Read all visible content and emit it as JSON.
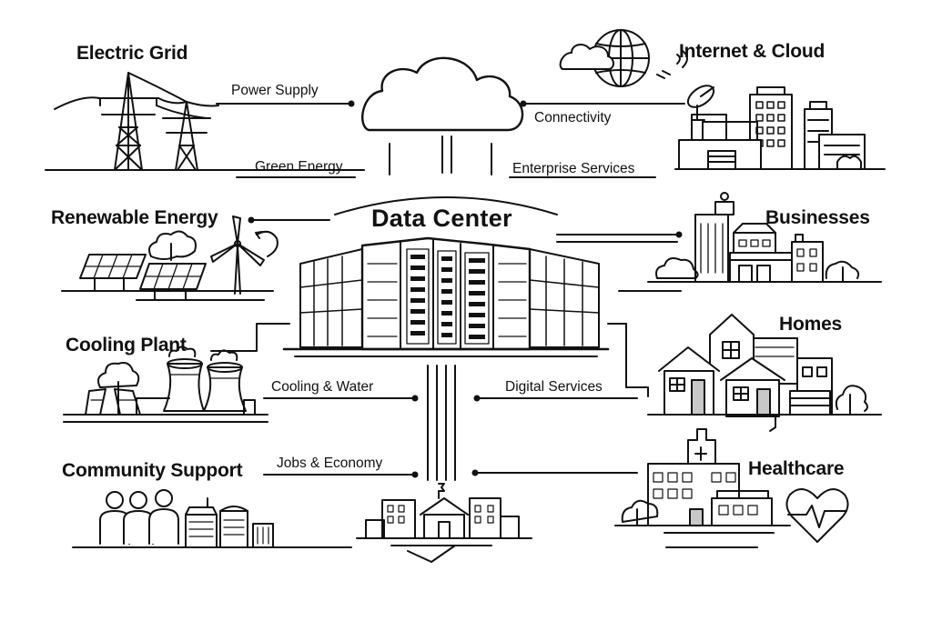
{
  "title": "Data Center",
  "nodes": {
    "electric_grid": "Electric Grid",
    "internet_cloud": "Internet & Cloud",
    "renewable_energy": "Renewable Energy",
    "businesses": "Businesses",
    "cooling_plant": "Cooling Plant",
    "homes": "Homes",
    "community_support": "Community Support",
    "healthcare": "Healthcare"
  },
  "flows": {
    "power_supply": "Power Supply",
    "green_energy": "Green Energy",
    "connectivity": "Connectivity",
    "enterprise_services": "Enterprise Services",
    "cooling_water": "Cooling & Water",
    "digital_services": "Digital Services",
    "jobs_economy": "Jobs & Economy"
  },
  "colors": {
    "ink": "#111111",
    "background": "#ffffff",
    "shade": "#c8c8c8"
  },
  "icons": [
    "transmission-tower-icon",
    "globe-icon",
    "satellite-dish-icon",
    "cloud-icon",
    "solar-panel-icon",
    "wind-turbine-icon",
    "cooling-tower-icon",
    "data-center-building-icon",
    "office-building-icon",
    "house-icon",
    "hospital-icon",
    "heartbeat-icon",
    "people-icon",
    "tree-icon"
  ]
}
